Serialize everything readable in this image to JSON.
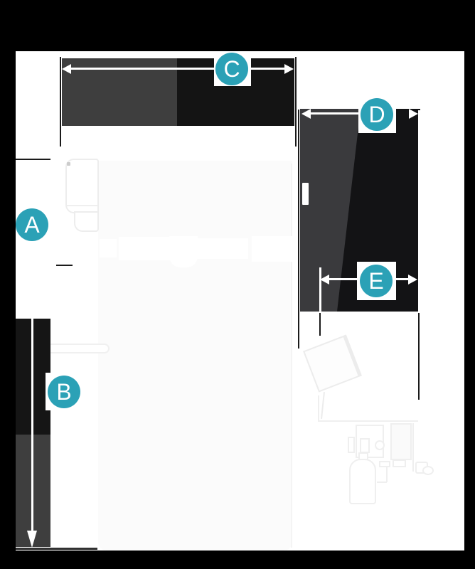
{
  "diagram": {
    "type": "product-dimension-diagram",
    "badges": {
      "a": {
        "label": "A"
      },
      "b": {
        "label": "B"
      },
      "c": {
        "label": "C"
      },
      "d": {
        "label": "D"
      },
      "e": {
        "label": "E"
      }
    },
    "colors": {
      "badge_teal": "#2BA1B6",
      "silhouette_gray": "#3E3E3E",
      "silhouette_black": "#141414",
      "dimension_line_black": "#1A1A1A",
      "dimension_arrow_white": "#FFFFFF",
      "panel_background": "#FFFFFF",
      "page_background": "#000000",
      "faint_drawing_outline": "#EDEDED"
    }
  }
}
